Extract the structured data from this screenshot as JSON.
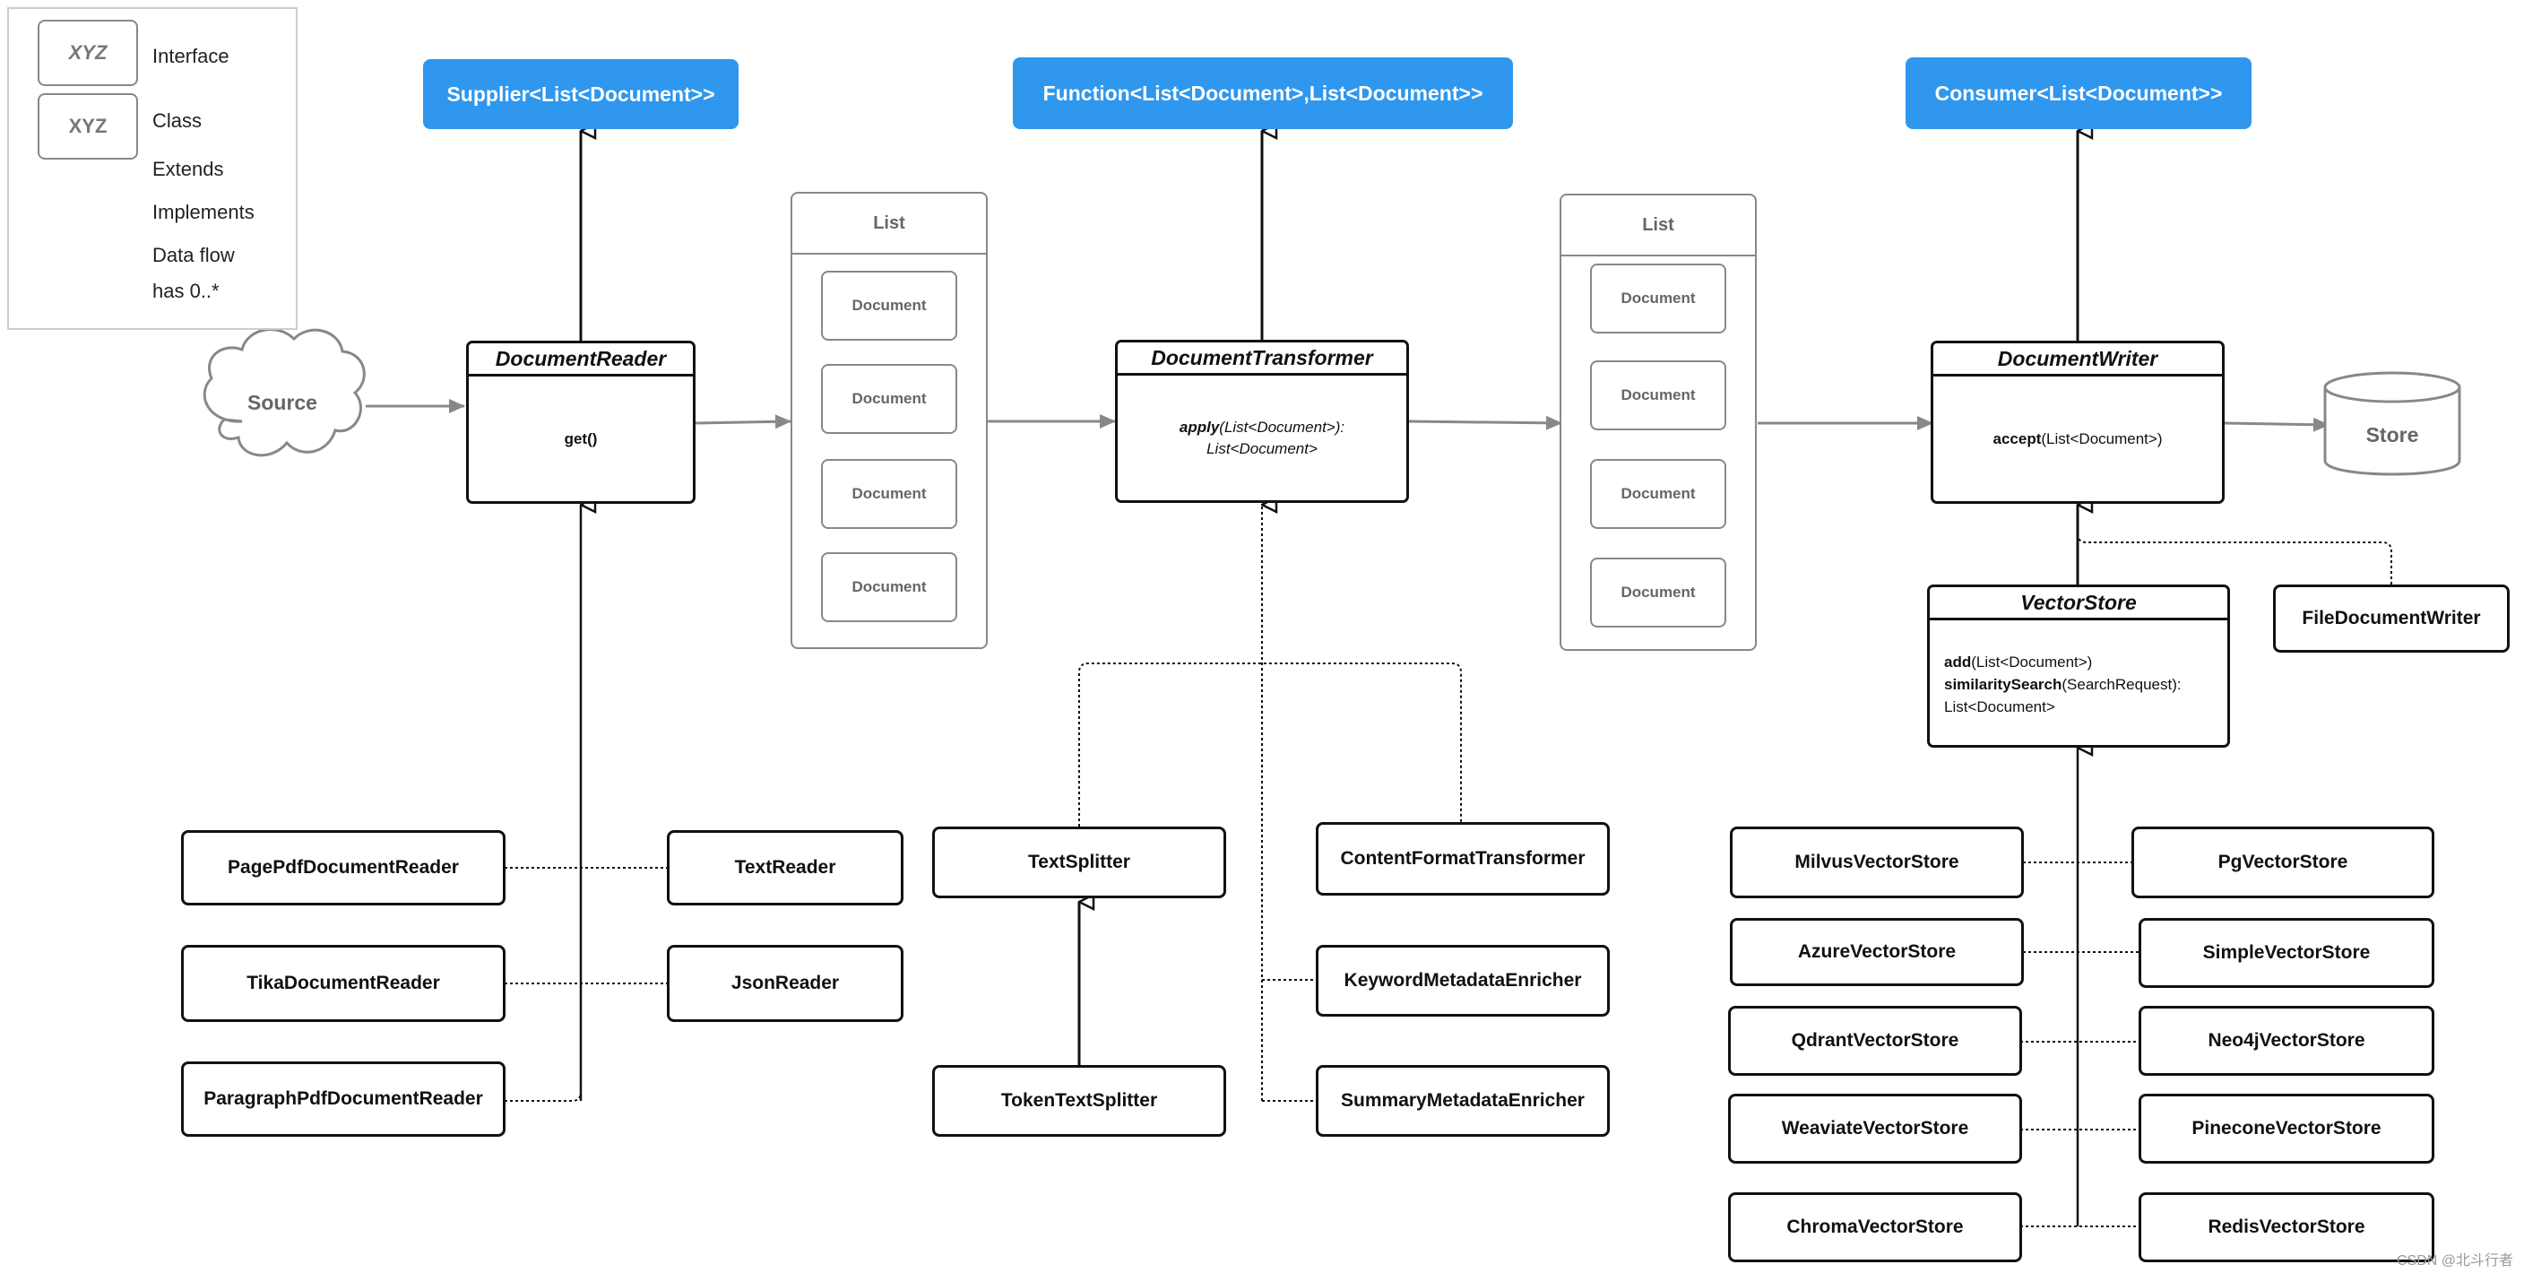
{
  "legend": {
    "interface_symbol": "XYZ",
    "interface_label": "Interface",
    "class_symbol": "XYZ",
    "class_label": "Class",
    "extends_label": "Extends",
    "implements_label": "Implements",
    "dataflow_label": "Data flow",
    "has_label": "has 0..*"
  },
  "interfaces": {
    "supplier": "Supplier<List<Document>>",
    "function": "Function<List<Document>,List<Document>>",
    "consumer": "Consumer<List<Document>>"
  },
  "source_label": "Source",
  "store_label": "Store",
  "reader": {
    "title": "DocumentReader",
    "method": "get()"
  },
  "transformer": {
    "title": "DocumentTransformer",
    "method_name": "apply",
    "method_sig": "(List<Document>):",
    "method_return": "List<Document>"
  },
  "writer": {
    "title": "DocumentWriter",
    "method_name": "accept",
    "method_sig": "(List<Document>)"
  },
  "vectorstore": {
    "title": "VectorStore",
    "line1_name": "add",
    "line1_sig": "(List<Document>)",
    "line2_name": "similaritySearch",
    "line2_sig": "(SearchRequest):",
    "line3": "List<Document>"
  },
  "list1": {
    "header": "List",
    "docs": [
      "Document",
      "Document",
      "Document",
      "Document"
    ]
  },
  "list2": {
    "header": "List",
    "docs": [
      "Document",
      "Document",
      "Document",
      "Document"
    ]
  },
  "readers": {
    "pagepdf": "PagePdfDocumentReader",
    "tika": "TikaDocumentReader",
    "paragraph": "ParagraphPdfDocumentReader",
    "text": "TextReader",
    "json": "JsonReader"
  },
  "transformers": {
    "textsplitter": "TextSplitter",
    "tokensplitter": "TokenTextSplitter",
    "contentformat": "ContentFormatTransformer",
    "keyword": "KeywordMetadataEnricher",
    "summary": "SummaryMetadataEnricher"
  },
  "writers": {
    "file": "FileDocumentWriter"
  },
  "stores": {
    "milvus": "MilvusVectorStore",
    "azure": "AzureVectorStore",
    "qdrant": "QdrantVectorStore",
    "weaviate": "WeaviateVectorStore",
    "chroma": "ChromaVectorStore",
    "pg": "PgVectorStore",
    "simple": "SimpleVectorStore",
    "neo4j": "Neo4jVectorStore",
    "pinecone": "PineconeVectorStore",
    "redis": "RedisVectorStore"
  },
  "watermark": "CSDN @北斗行者"
}
